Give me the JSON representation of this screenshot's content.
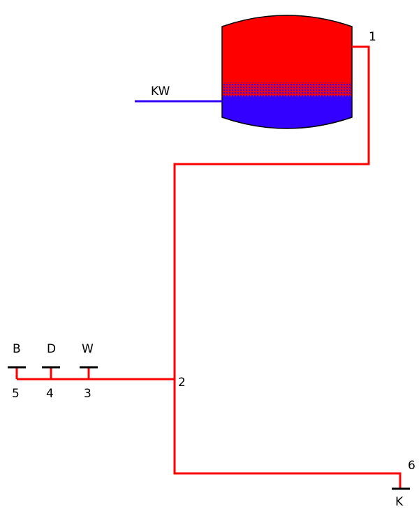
{
  "diagram": {
    "tank": {
      "inlet_label": "KW"
    },
    "nodes": {
      "n1": "1",
      "n2": "2",
      "n3": "3",
      "n4": "4",
      "n5": "5",
      "n6": "6"
    },
    "taps": {
      "B": "B",
      "D": "D",
      "W": "W",
      "K": "K"
    },
    "colors": {
      "hot_water": "#ff0000",
      "cold_water": "#3300ff",
      "outline": "#000000",
      "background": "#ffffff"
    }
  }
}
